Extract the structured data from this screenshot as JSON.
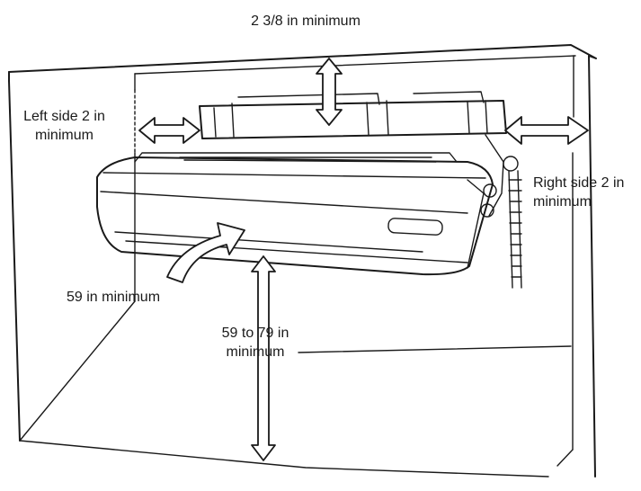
{
  "labels": {
    "top": "2 3/8 in minimum",
    "left_line1": "Left side 2 in",
    "left_line2": "minimum",
    "right_line1": "Right side 2 in",
    "right_line2": "minimum",
    "front": "59 in minimum",
    "floor_line1": "59 to 79 in",
    "floor_line2": "minimum"
  },
  "colors": {
    "line": "#1a1a1a",
    "background": "#ffffff"
  }
}
